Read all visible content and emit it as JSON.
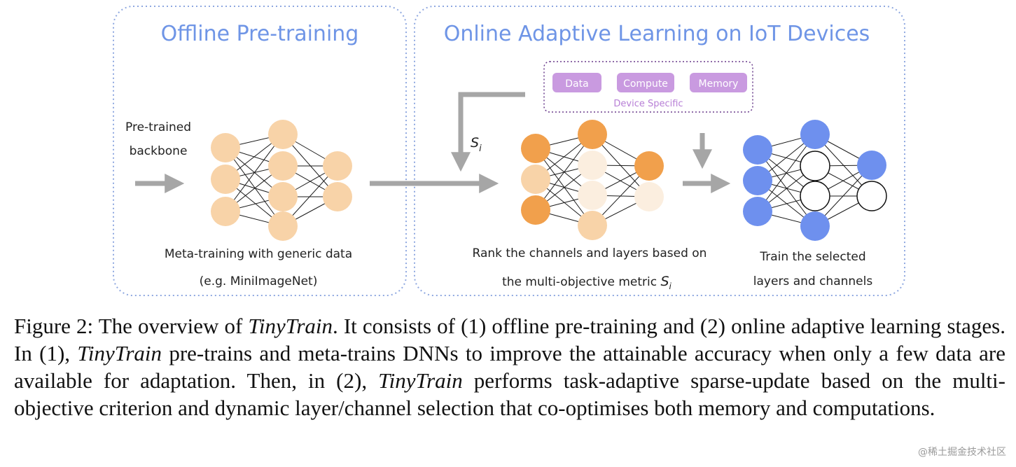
{
  "panels": {
    "offline_title": "Offline Pre-training",
    "online_title": "Online Adaptive Learning on IoT Devices"
  },
  "offline": {
    "input_label_line1": "Pre-trained",
    "input_label_line2": "backbone",
    "caption_line1": "Meta-training with generic data",
    "caption_line2": "(e.g. MiniImageNet)"
  },
  "device_specific": {
    "chips": [
      "Data",
      "Compute",
      "Memory"
    ],
    "label": "Device Specific"
  },
  "online": {
    "metric_symbol": "S",
    "metric_subscript": "i",
    "rank_caption_line1": "Rank the channels and layers based on",
    "rank_caption_line2": "the multi-objective metric ",
    "train_caption_line1": "Train the selected",
    "train_caption_line2": "layers and channels"
  },
  "caption": {
    "p1": "Figure 2: The overview of ",
    "em1": "TinyTrain",
    "p2": ". It consists of (1) offline pre-training and (2) online adaptive learning stages. In (1), ",
    "em2": "TinyTrain",
    "p3": " pre-trains and meta-trains DNNs to improve the attainable accuracy when only a few data are available for adaptation. Then, in (2), ",
    "em3": "TinyTrain",
    "p4": " performs task-adaptive sparse-update based on the multi-objective criterion and dynamic layer/channel selection that co-optimises both memory and computations."
  },
  "watermark": "@稀土掘金技术社区",
  "colors": {
    "panel_border": "#8fa8e0",
    "title": "#6f95e6",
    "arrow": "#a6a6a6",
    "node_light": "#f8d3a8",
    "node_active": "#f1a04c",
    "node_inactive": "#fbeedf",
    "node_blue": "#6e90ee",
    "node_empty": "#ffffff",
    "chip": "#c99ae0",
    "chip_text": "#ffffff",
    "device_label": "#b77fd6",
    "device_border": "#6a3c8c"
  }
}
